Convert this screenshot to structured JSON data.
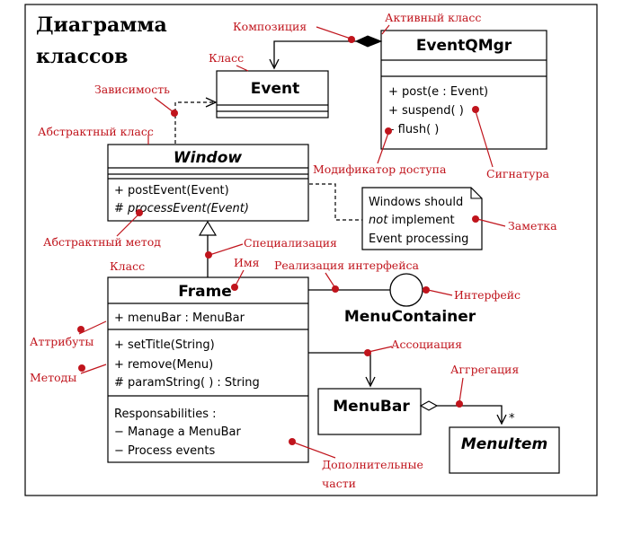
{
  "title": {
    "line1": "Диаграмма",
    "line2": "классов"
  },
  "classes": {
    "eventqmgr": {
      "name": "EventQMgr",
      "methods": [
        "+ post(e : Event)",
        "+ suspend( )",
        "– flush( )"
      ]
    },
    "event": {
      "name": "Event"
    },
    "window": {
      "name": "Window",
      "method1": "+ postEvent(Event)",
      "method2_prefix": "# ",
      "method2_name": "processEvent(Event)"
    },
    "frame": {
      "name": "Frame",
      "attribute": "+ menuBar : MenuBar",
      "methods": [
        "+ setTitle(String)",
        "+ remove(Menu)",
        "# paramString( ) : String"
      ],
      "responsibilities": [
        "Responsabilities :",
        "− Manage a MenuBar",
        "− Process events"
      ]
    },
    "menubar": {
      "name": "MenuBar"
    },
    "menuitem": {
      "name": "MenuItem",
      "multiplicity": "*"
    }
  },
  "interface": {
    "name": "MenuContainer"
  },
  "note": {
    "line1": "Windows should",
    "line2_italic": "not",
    "line2_rest": " implement",
    "line3": "Event processing"
  },
  "annotations": {
    "composition": "Композиция",
    "active_class": "Активный класс",
    "class_top": "Класс",
    "dependency": "Зависимость",
    "abstract_class": "Абстрактный класс",
    "access_modifier": "Модификатор доступа",
    "signature": "Сигнатура",
    "note": "Заметка",
    "abstract_method": "Абстрактный метод",
    "specialization": "Специализация",
    "class_frame": "Класс",
    "name": "Имя",
    "interface_realization": "Реализация интерфейса",
    "interface": "Интерфейс",
    "attributes": "Аттрибуты",
    "association": "Ассоциация",
    "methods": "Методы",
    "aggregation": "Аггрегация",
    "extra_parts_1": "Дополнительные",
    "extra_parts_2": "части"
  },
  "colors": {
    "annotation": "#c0141c",
    "lines": "#000000",
    "background": "#ffffff"
  }
}
